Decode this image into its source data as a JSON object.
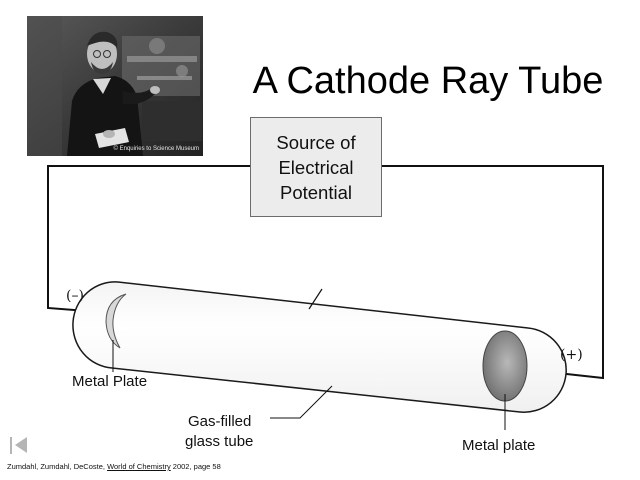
{
  "slide": {
    "title": "A Cathode Ray Tube"
  },
  "photo": {
    "credit": "© Enquiries to Science Museum"
  },
  "source_box": {
    "lines": [
      "Source of",
      "Electrical",
      "Potential"
    ]
  },
  "labels": {
    "negative_terminal": "(–)",
    "positive_terminal": "(+)",
    "cathode_plate": "Metal Plate",
    "tube_line1": "Gas-filled",
    "tube_line2": "glass tube",
    "anode_plate": "Metal plate"
  },
  "citation": {
    "authors": "Zumdahl, Zumdahl, DeCoste,",
    "book": "World of Chemistry",
    "details": "2002, page 58"
  },
  "colors": {
    "wire": "#111111",
    "tube_outline": "#1a1a1a",
    "plate_anode": "#7a7a7a",
    "box_fill": "#ececec"
  },
  "icons": {
    "back": "previous-slide-icon"
  }
}
